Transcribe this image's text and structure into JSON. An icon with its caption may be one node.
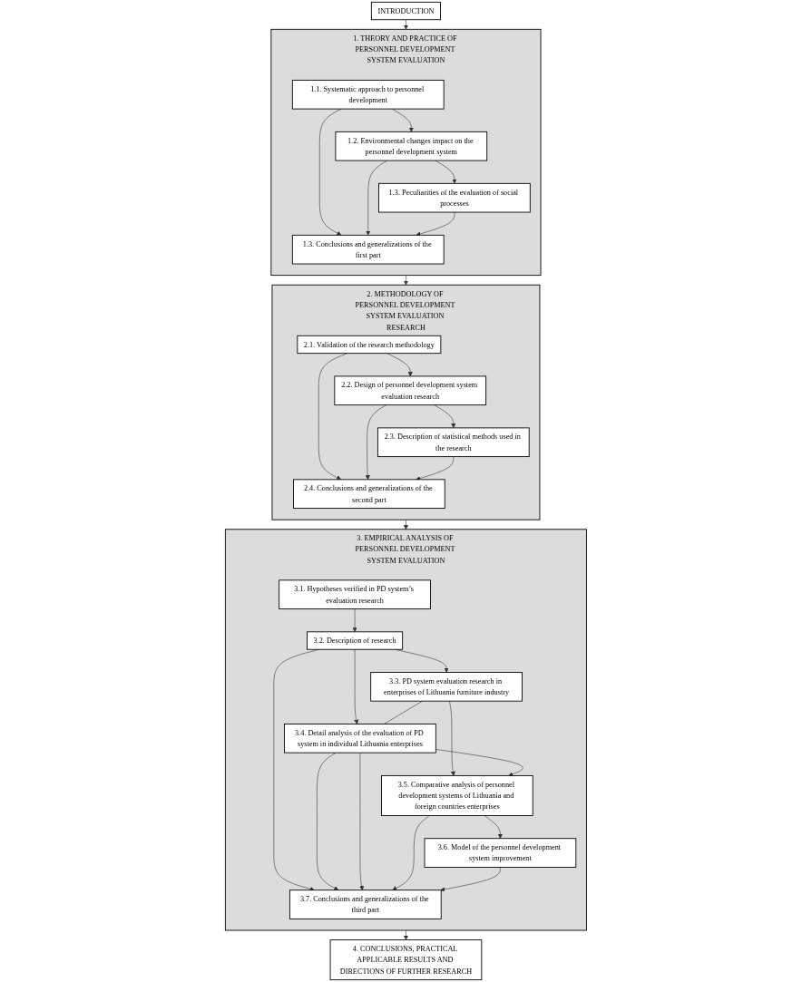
{
  "diagram": {
    "nodes": [
      {
        "text": [
          "INTRODUCTION"
        ]
      },
      {
        "text": [
          "1. THEORY AND PRACTICE OF PERSONNEL DEVELOPMENT SYSTEM EVALUATION"
        ]
      },
      {
        "text": [
          "1.1. Systematic approach to personnel development"
        ],
        "in": 1
      },
      {
        "text": [
          "1.2. Environmental changes impact on the personnel development system"
        ],
        "in": 1
      },
      {
        "text": [
          "1.3. Peculiarities of the evaluation of social processes"
        ],
        "in": 1
      },
      {
        "text": [
          "1.3. Conclusions and generalizations of the first part"
        ],
        "in": 1
      },
      {
        "text": [
          "2. METHODOLOGY OF PERSONNEL DEVELOPMENT SYSTEM EVALUATION RESEARCH"
        ]
      },
      {
        "text": [
          "2.1. Validation of the research methodology"
        ],
        "in": 6
      },
      {
        "text": [
          "2.2. Design of personnel development system evaluation research"
        ],
        "in": 6
      },
      {
        "text": [
          "2.3. Description of statistical methods used in the research"
        ],
        "in": 6
      },
      {
        "text": [
          "2.4. Conclusions and generalizations of the second part"
        ],
        "in": 6
      },
      {
        "text": [
          "3. EMPIRICAL ANALYSIS OF PERSONNEL DEVELOPMENT SYSTEM EVALUATION"
        ]
      },
      {
        "text": [
          "3.1. Hypotheses verified in PD system’s evaluation research"
        ],
        "in": 11
      },
      {
        "text": [
          "3.2. Description of research"
        ],
        "in": 11
      },
      {
        "text": [
          "3.3. PD system evaluation research in enterprises of Lithuania furniture industry"
        ],
        "in": 11
      },
      {
        "text": [
          "3.4. Detail analysis of the evaluation of PD system in individual Lithuania enterprises"
        ],
        "in": 11
      },
      {
        "text": [
          "3.5. Comparative analysis of personnel development systems of Lithuania and foreign countries enterprises"
        ],
        "in": 11
      },
      {
        "text": [
          "3.6. Model of the personnel development system improvement"
        ],
        "in": 11
      },
      {
        "text": [
          "3.7. Conclusions and generalizations of the third part"
        ],
        "in": 11
      },
      {
        "text": [
          "4. CONCLUSIONS, PRACTICAL APPLICABLE RESULTS AND DIRECTIONS OF FURTHER RESEARCH"
        ]
      }
    ],
    "edges": [
      {
        "from": 0,
        "to": 1,
        "arrow": "to"
      },
      {
        "from": 2,
        "to": 3,
        "arrow": "to"
      },
      {
        "from": 3,
        "to": 4,
        "arrow": "to"
      },
      {
        "from": 2,
        "to": 5,
        "arrow": "to"
      },
      {
        "from": 3,
        "to": 5,
        "arrow": "to"
      },
      {
        "from": 4,
        "to": 5,
        "arrow": "to"
      },
      {
        "from": 1,
        "to": 6,
        "arrow": "to"
      },
      {
        "from": 7,
        "to": 8,
        "arrow": "to"
      },
      {
        "from": 8,
        "to": 9,
        "arrow": "to"
      },
      {
        "from": 7,
        "to": 10,
        "arrow": "to"
      },
      {
        "from": 8,
        "to": 10,
        "arrow": "to"
      },
      {
        "from": 9,
        "to": 10,
        "arrow": "to"
      },
      {
        "from": 6,
        "to": 11,
        "arrow": "to"
      },
      {
        "from": 12,
        "to": 13,
        "arrow": "to"
      },
      {
        "from": 13,
        "to": 14,
        "arrow": "to"
      },
      {
        "from": 13,
        "to": 15,
        "arrow": "to"
      },
      {
        "from": 14,
        "to": 15,
        "arrow": "none"
      },
      {
        "from": 14,
        "to": 16,
        "arrow": "to"
      },
      {
        "from": 15,
        "to": 16,
        "arrow": "to"
      },
      {
        "from": 16,
        "to": 17,
        "arrow": "to"
      },
      {
        "from": 13,
        "to": 18,
        "arrow": "to"
      },
      {
        "from": 15,
        "to": 18,
        "arrow": "to"
      },
      {
        "from": 15,
        "to": 18,
        "arrow": "to"
      },
      {
        "from": 16,
        "to": 18,
        "arrow": "to"
      },
      {
        "from": 17,
        "to": 18,
        "arrow": "to"
      },
      {
        "from": 11,
        "to": 19,
        "arrow": "to"
      }
    ]
  }
}
